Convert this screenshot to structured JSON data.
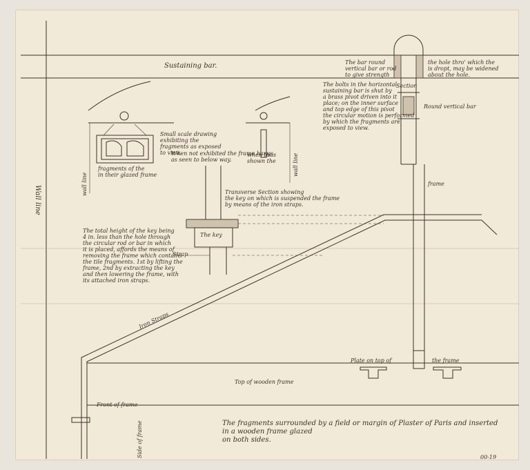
{
  "labels": {
    "sustaining_bar": "Sustaining bar.",
    "bar_round": "The bar round\nvertical bar or rod\nto give strength",
    "hole_note": "the hole thro' which the\nis dropt, may be widened\nabout the hole.",
    "bolts_note": "The bolts in the horizontal\nsustaining bar is shut by\na brass pivot driven into it\nplace; on the inner surface\nand top edge of this pivot\nthe circular motion is performed\nby which the fragments are\nexposed to view.",
    "section_label": "Section",
    "round_vertical_bar": "Round vertical bar",
    "small_scale": "Small scale drawing\nexhibiting the\nfragments as exposed\nto view.",
    "when_not": "When not exhibited the frame hangs\nas seen to below way.",
    "when_thus": "when thus\nshown the",
    "fragments_glazed": "fragments of the\nin their glazed frame",
    "wall_line_small_left": "wall line",
    "wall_line_small_right": "wall line",
    "wall_line_big": "Wall line",
    "transverse_section": "Transverse Section showing\nthe key on which is suspended the frame\nby means of the iron straps.",
    "the_key": "The key",
    "strap": "Strap",
    "frame_label": "frame",
    "total_height": "The total height of the key being\n4 in. less than the hole through\nthe circular rod or bar in which\nit is placed, affords the means of\nremoving the frame which contains\nthe tile fragments. 1st by lifting the\nframe, 2nd by extracting the key\nand then lowering the frame, with\nits attached iron straps.",
    "iron_straps": "Iron Straps",
    "top_wooden_frame": "Top of wooden frame",
    "plate_top": "Plate on top of",
    "the_frame": "the frame",
    "front_of_frame": "Front of frame",
    "side_of_frame": "Side of frame",
    "bottom_note": "The fragments surrounded by a field or margin of Plaster of Paris and inserted in a wooden frame glazed\non both sides.",
    "corner_number": "00-19"
  }
}
